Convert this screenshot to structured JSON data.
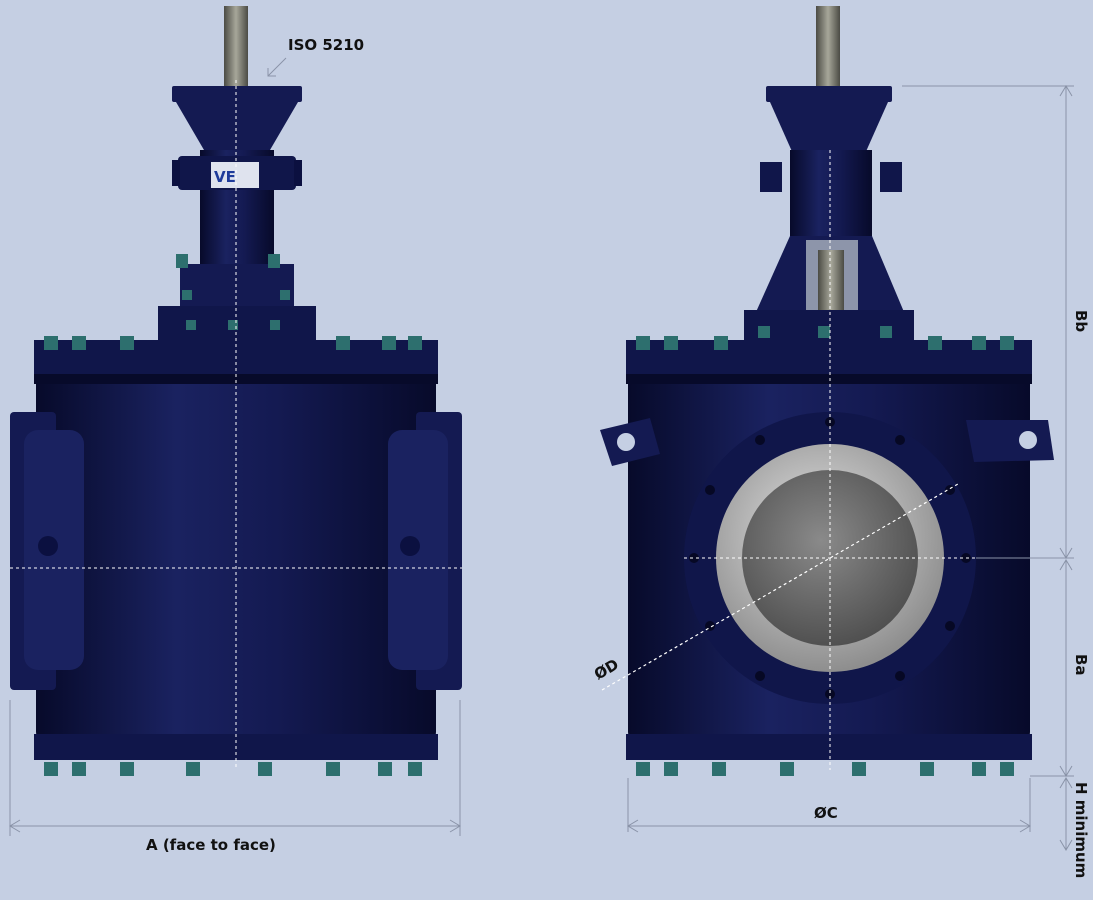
{
  "labels": {
    "iso": "ISO 5210",
    "a": "A (face to face)",
    "od": "ØD",
    "oc": "ØC",
    "bb": "Bb",
    "ba": "Ba",
    "hmin": "H minimum"
  },
  "plate_text": "VE",
  "colors": {
    "background": "#c5cfe3",
    "valve_body": "#141a52",
    "valve_dark": "#070a2a",
    "bolt": "#2d6f6e",
    "stem": "#7c7c6e",
    "seat_ring": "#b5b5b5",
    "bore": "#6b6b6b",
    "dimension_line": "#8a93a8",
    "centerline": "#ffffff"
  }
}
